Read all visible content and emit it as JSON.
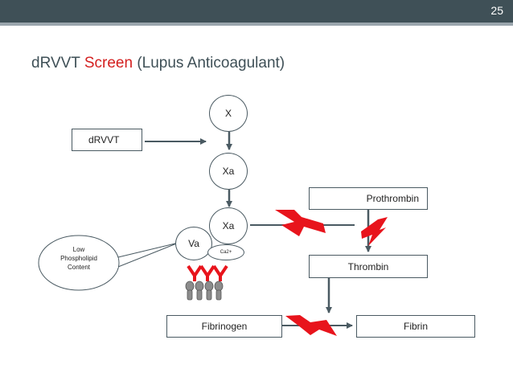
{
  "slide": {
    "page_number": "25",
    "title_prefix": "dRVVT",
    "title_accent": "Screen",
    "title_suffix": "(Lupus Anticoagulant)"
  },
  "nodes": {
    "drvvt": "dRVVT",
    "x": "X",
    "xa_1": "Xa",
    "xa_2": "Xa",
    "va": "Va",
    "ca": "Ca2+",
    "prothrombin": "Prothrombin",
    "thrombin": "Thrombin",
    "fibrinogen": "Fibrinogen",
    "fibrin": "Fibrin"
  },
  "callout": {
    "line1": "Low",
    "line2": "Phospholipid",
    "line3": "Content"
  },
  "colors": {
    "header": "#3f5057",
    "accent_red": "#d42020",
    "lightning_red": "#e8141c",
    "phospholipid_gray": "#8c8c8c"
  },
  "icons": [
    "lightning-bolt-icon",
    "phospholipid-antibody-icon"
  ]
}
